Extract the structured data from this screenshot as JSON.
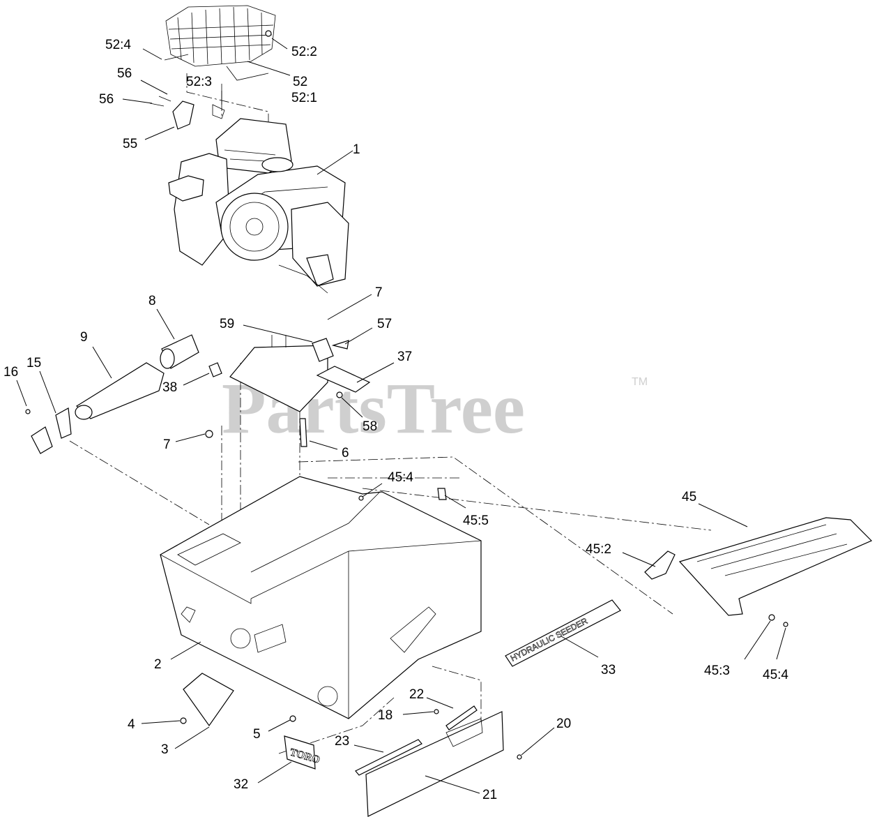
{
  "watermark": {
    "text": "PartsTree",
    "tm": "TM"
  },
  "decals": {
    "hydraulic": "HYDRAULIC SEEDER",
    "logo": "TORO"
  },
  "callouts": [
    "52:4",
    "52:2",
    "52",
    "52:1",
    "56",
    "52:3",
    "56",
    "55",
    "1",
    "7",
    "59",
    "57",
    "8",
    "9",
    "16",
    "15",
    "38",
    "37",
    "58",
    "7",
    "6",
    "45:4",
    "45:5",
    "45",
    "45:2",
    "2",
    "33",
    "45:3",
    "45:4",
    "22",
    "18",
    "4",
    "5",
    "3",
    "20",
    "23",
    "32",
    "21"
  ]
}
